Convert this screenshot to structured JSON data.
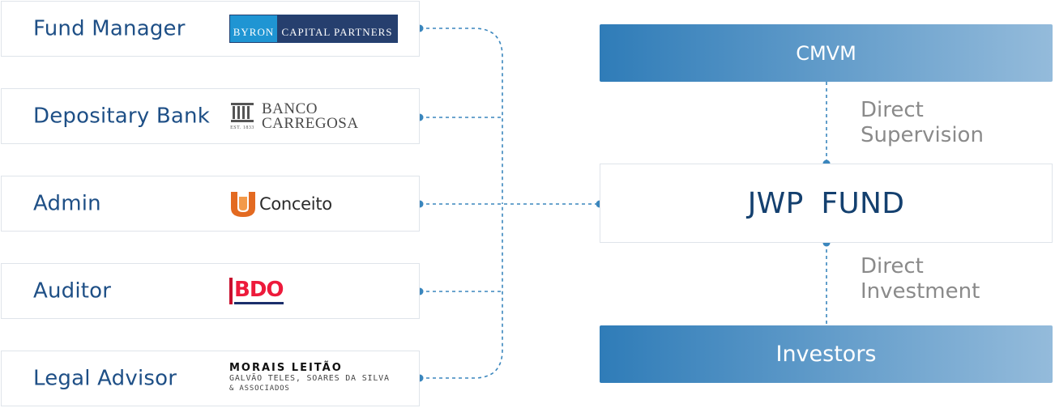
{
  "service_providers": [
    {
      "role": "Fund Manager",
      "logo": {
        "name": "byron-capital-partners-logo",
        "text_a": "BYRON",
        "text_b": "CAPITAL PARTNERS"
      }
    },
    {
      "role": "Depositary Bank",
      "logo": {
        "name": "banco-carregosa-logo",
        "line1": "BANCO",
        "line2": "CARREGOSA",
        "est": "EST. 1833"
      }
    },
    {
      "role": "Admin",
      "logo": {
        "name": "conceito-logo",
        "text": "Conceito"
      }
    },
    {
      "role": "Auditor",
      "logo": {
        "name": "bdo-logo",
        "text": "BDO"
      }
    },
    {
      "role": "Legal Advisor",
      "logo": {
        "name": "morais-leitao-logo",
        "line1": "MORAIS LEITÃO",
        "line2": "GALVÃO TELES, SOARES DA SILVA",
        "line3": "& ASSOCIADOS"
      }
    }
  ],
  "regulator": {
    "label": "CMVM"
  },
  "fund": {
    "title": "JWP  FUND"
  },
  "relations": {
    "supervision": {
      "line1": "Direct",
      "line2": "Supervision"
    },
    "investment": {
      "line1": "Direct",
      "line2": "Investment"
    }
  },
  "investors": {
    "label": "Investors"
  },
  "colors": {
    "connector": "#3a86bd",
    "role_text": "#1e4f86",
    "band_start": "#2f7cb8",
    "band_end": "#94bbdb",
    "fund_text": "#14406f",
    "relation_text": "#8a8a8a"
  }
}
